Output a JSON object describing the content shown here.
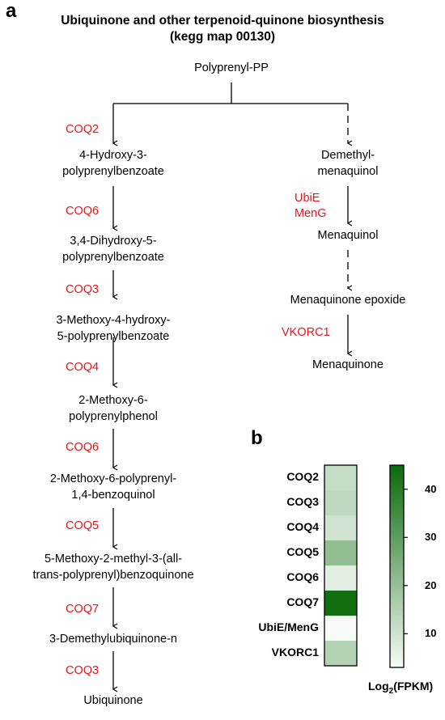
{
  "panel_a": {
    "letter": "a",
    "title_line1": "Ubiquinone and other terpenoid-quinone biosynthesis",
    "title_line2": "(kegg map 00130)",
    "root": "Polyprenyl-PP",
    "left": [
      {
        "enzyme": "COQ2",
        "compound": [
          "4-Hydroxy-3-",
          "polyprenylbenzoate"
        ]
      },
      {
        "enzyme": "COQ6",
        "compound": [
          "3,4-Dihydroxy-5-",
          "polyprenylbenzoate"
        ]
      },
      {
        "enzyme": "COQ3",
        "compound": [
          "3-Methoxy-4-hydroxy-",
          "5-polyprenylbenzoate"
        ]
      },
      {
        "enzyme": "COQ4",
        "compound": [
          "2-Methoxy-6-",
          "polyprenylphenol"
        ]
      },
      {
        "enzyme": "COQ6",
        "compound": [
          "2-Methoxy-6-polyprenyl-",
          "1,4-benzoquinol"
        ]
      },
      {
        "enzyme": "COQ5",
        "compound": [
          "5-Methoxy-2-methyl-3-(all-",
          "trans-polyprenyl)benzoquinone"
        ]
      },
      {
        "enzyme": "COQ7",
        "compound": [
          "3-Demethylubiquinone-n"
        ]
      },
      {
        "enzyme": "COQ3",
        "compound": [
          "Ubiquinone"
        ]
      }
    ],
    "right": [
      {
        "enzyme": "",
        "compound": [
          "Demethyl-",
          "menaquinol"
        ],
        "dashed": true
      },
      {
        "enzyme": "UbiE\nMenG",
        "enzyme_lines": [
          "UbiE",
          "MenG"
        ],
        "compound": [
          "Menaquinol"
        ],
        "dashed": false
      },
      {
        "enzyme": "",
        "compound": [
          "Menaquinone epoxide"
        ],
        "dashed": true
      },
      {
        "enzyme": "VKORC1",
        "compound": [
          "Menaquinone"
        ],
        "dashed": false
      }
    ],
    "colors": {
      "enzyme": "#e8141b",
      "text": "#000000"
    }
  },
  "panel_b": {
    "letter": "b",
    "colorbar_title_main": "Log",
    "colorbar_title_sub": "2",
    "colorbar_title_rest": "(FPKM)",
    "colors": {
      "low": "#f7fbf7",
      "high": "#0a6a0a"
    }
  },
  "chart_data": {
    "type": "heatmap",
    "rows": [
      "COQ2",
      "COQ3",
      "COQ4",
      "COQ5",
      "COQ6",
      "COQ7",
      "UbiE/MenG",
      "VKORC1"
    ],
    "values": [
      12,
      13,
      10,
      21,
      7,
      44,
      3,
      15
    ],
    "colorbar_ticks": [
      10,
      20,
      30,
      40
    ],
    "colorbar_range": [
      3,
      45
    ],
    "colorbar_label": "Log2(FPKM)"
  }
}
